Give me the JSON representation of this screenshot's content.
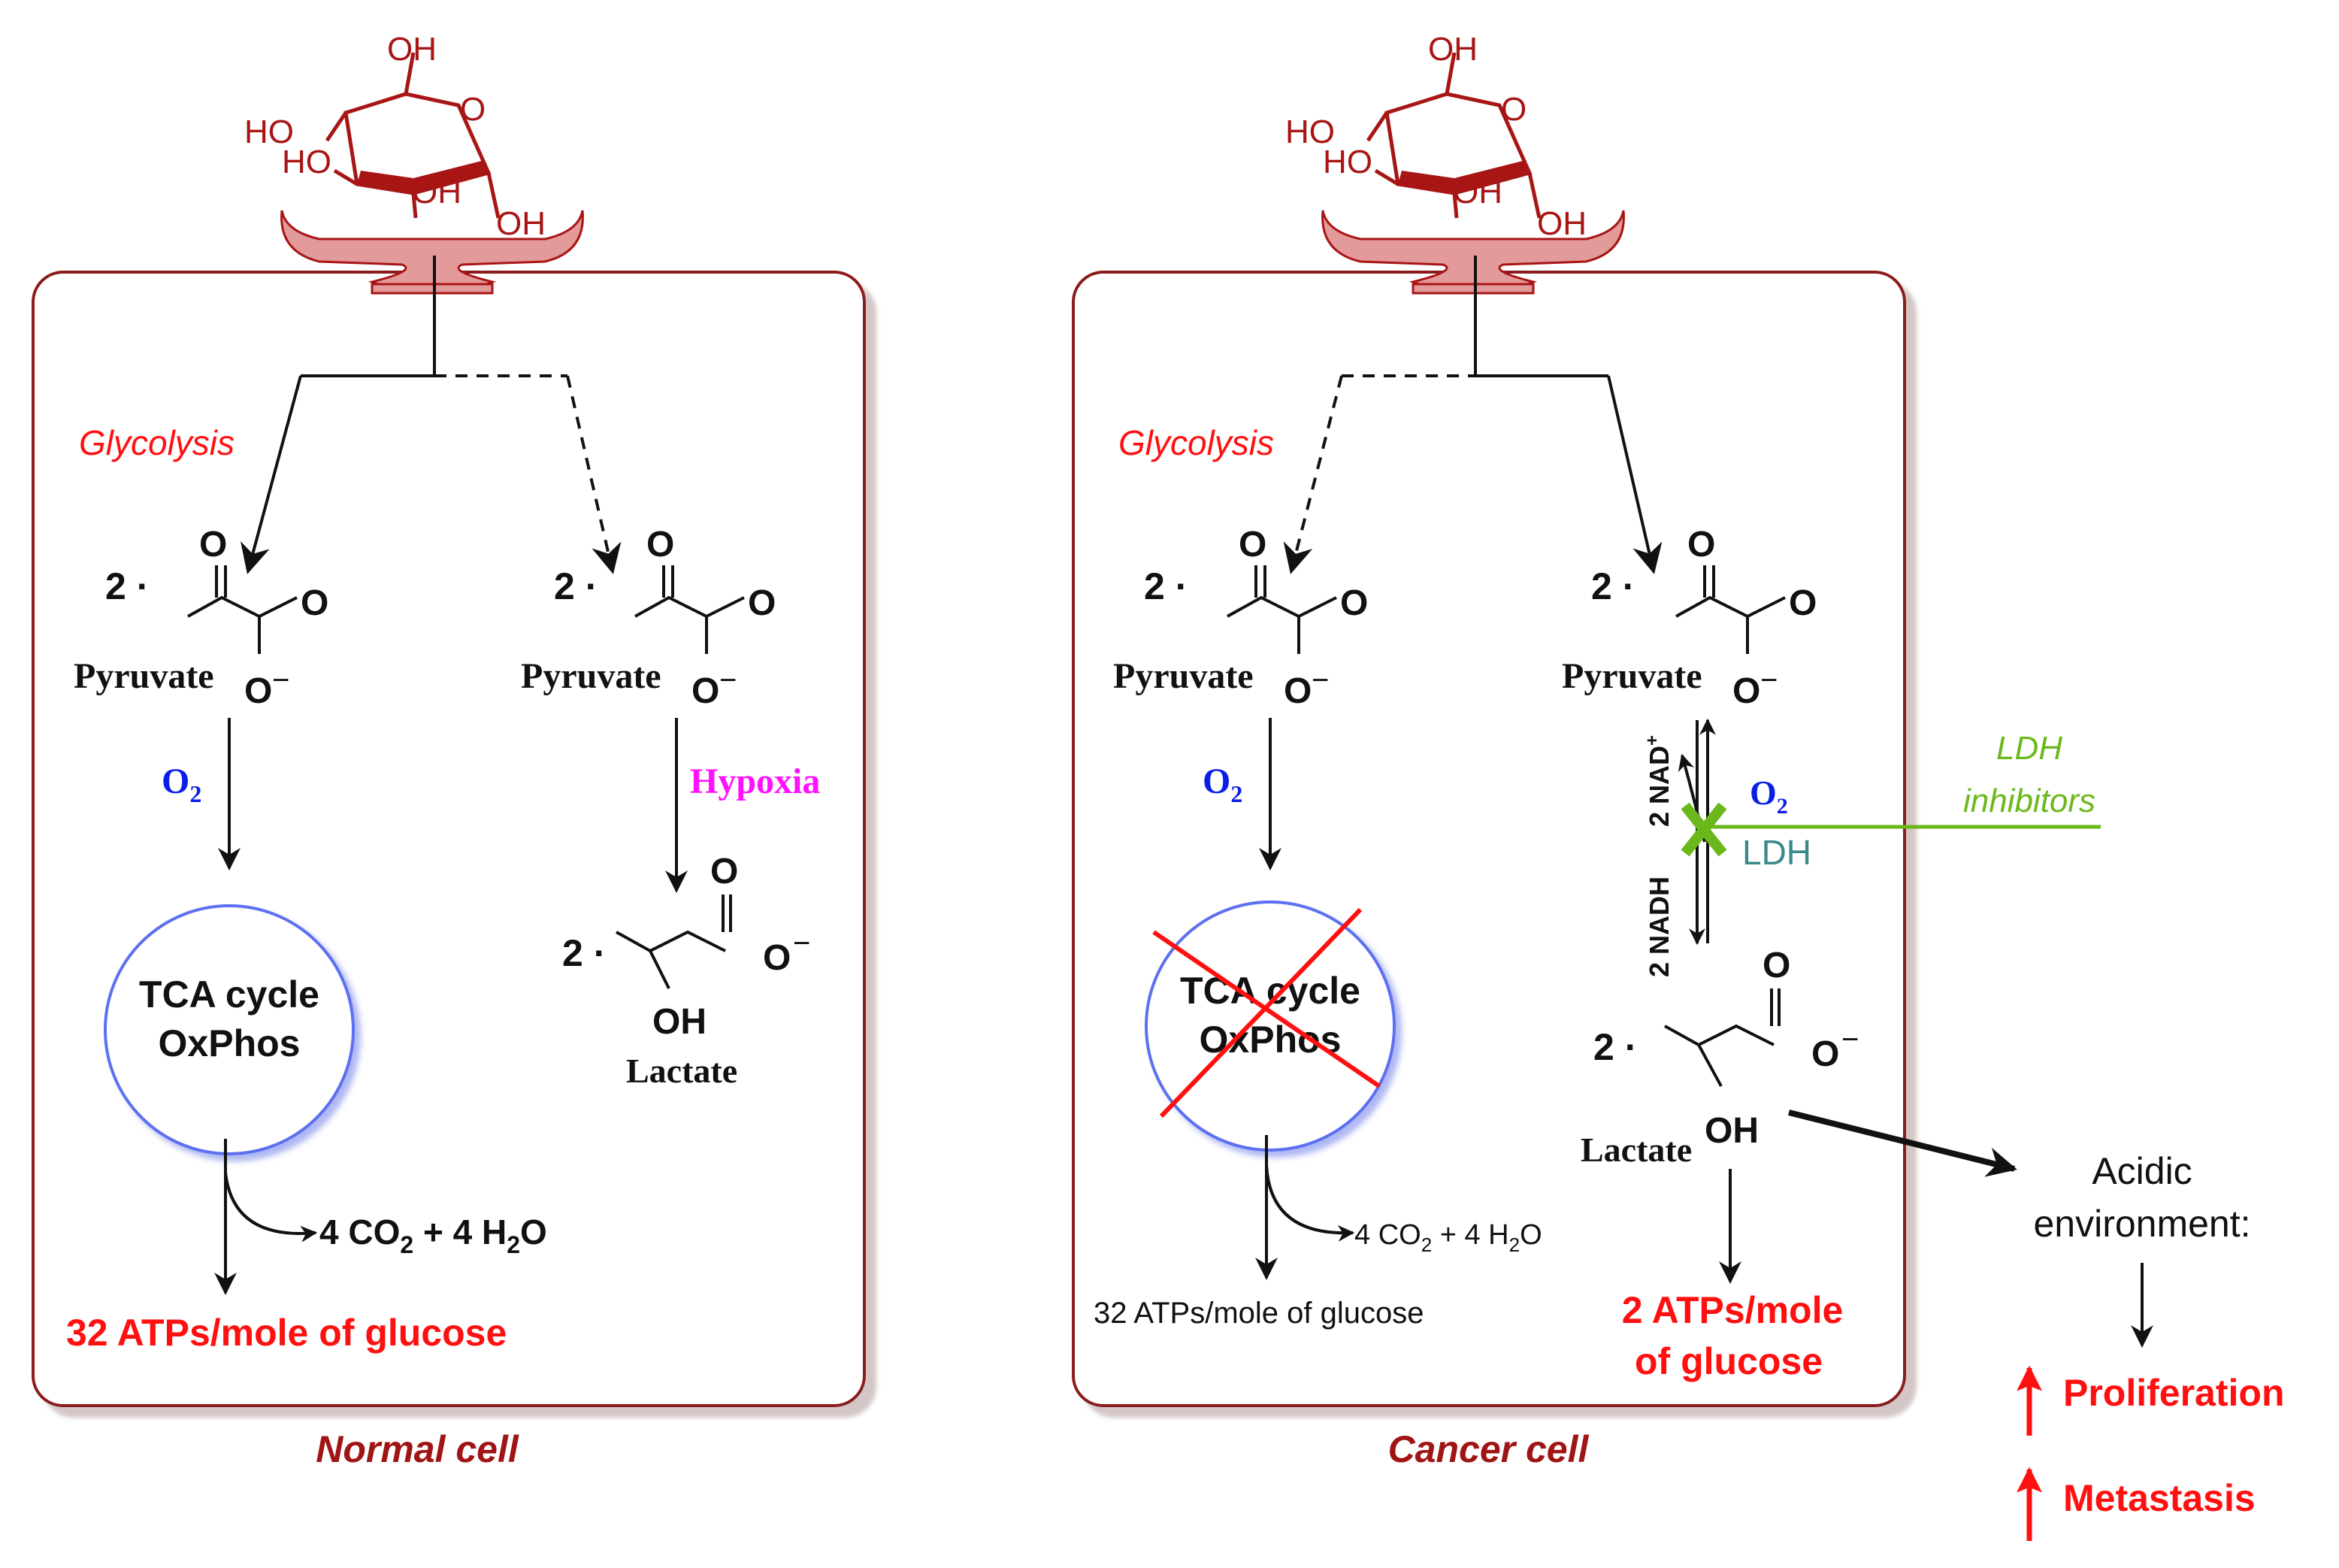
{
  "colors": {
    "cell_border": "#8b1c1c",
    "membrane_fill": "#e39a9a",
    "glucose": "#a81515",
    "accent_red": "#ff1010",
    "dark_red": "#a01414",
    "oxygen_blue": "#0b1ee8",
    "hypoxia_magenta": "#ff10ff",
    "ldh_teal": "#3a8a8a",
    "inhibitor_green": "#6bb81c",
    "circle_blue": "#5b6ff0",
    "black": "#111111"
  },
  "glucose": {
    "oh_top": "OH",
    "ho_1": "HO",
    "ho_2": "HO",
    "ring_o": "O",
    "oh_3": "OH",
    "oh_4": "OH"
  },
  "normal_cell": {
    "caption": "Normal cell",
    "glycolysis": "Glycolysis",
    "left_branch": {
      "coeff": "2 ·",
      "o_top": "O",
      "o_right": "O",
      "o_minus": "O",
      "minus": "−",
      "name": "Pyruvate",
      "condition": "O",
      "condition_sub": "2",
      "cycle_line1": "TCA cycle",
      "cycle_line2": "OxPhos",
      "products": "4 CO",
      "products_sub1": "2",
      "products_mid": " + 4 H",
      "products_sub2": "2",
      "products_end": "O",
      "yield": "32 ATPs/mole of glucose"
    },
    "right_branch": {
      "coeff": "2 ·",
      "o_top": "O",
      "o_right": "O",
      "o_minus": "O",
      "minus": "−",
      "name": "Pyruvate",
      "condition": "Hypoxia",
      "lactate_coeff": "2 ·",
      "lactate_o_top": "O",
      "lactate_o_minus": "O",
      "lactate_oh": "OH",
      "lactate_name": "Lactate"
    }
  },
  "cancer_cell": {
    "caption": "Cancer cell",
    "glycolysis": "Glycolysis",
    "left_branch": {
      "coeff": "2 ·",
      "o_top": "O",
      "o_right": "O",
      "o_minus": "O",
      "minus": "−",
      "name": "Pyruvate",
      "condition": "O",
      "condition_sub": "2",
      "cycle_line1": "TCA cycle",
      "cycle_line2": "OxPhos",
      "products": "4 CO",
      "products_sub1": "2",
      "products_mid": " + 4 H",
      "products_sub2": "2",
      "products_end": "O",
      "yield": "32 ATPs/mole of glucose"
    },
    "right_branch": {
      "coeff": "2 ·",
      "o_top": "O",
      "o_right": "O",
      "o_minus": "O",
      "minus": "−",
      "name": "Pyruvate",
      "cofactor_up": "2 NAD",
      "cofactor_up_sup": "+",
      "cofactor_down": "2 NADH",
      "oxygen": "O",
      "oxygen_sub": "2",
      "enzyme": "LDH",
      "lactate_coeff": "2 ·",
      "lactate_o_top": "O",
      "lactate_o_minus": "O",
      "lactate_oh": "OH",
      "lactate_name": "Lactate",
      "yield_line1": "2 ATPs/mole",
      "yield_line2": "of glucose"
    }
  },
  "inhibitors": {
    "line1": "LDH",
    "line2": "inhibitors"
  },
  "outcome": {
    "env_line1": "Acidic",
    "env_line2": "environment:",
    "effect1": "Proliferation",
    "effect2": "Metastasis"
  }
}
